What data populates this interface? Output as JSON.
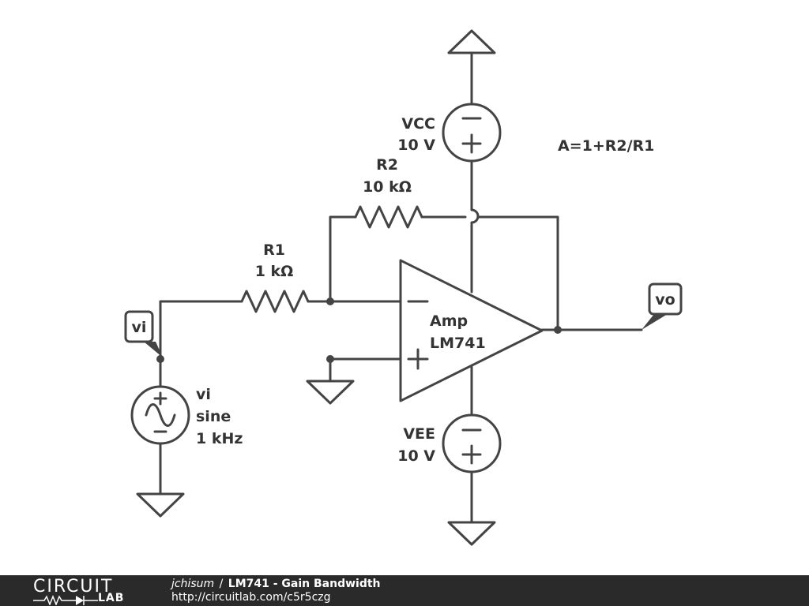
{
  "schematic": {
    "vcc": {
      "name": "VCC",
      "value": "10 V"
    },
    "vee": {
      "name": "VEE",
      "value": "10 V"
    },
    "r1": {
      "name": "R1",
      "value": "1 kΩ"
    },
    "r2": {
      "name": "R2",
      "value": "10 kΩ"
    },
    "amp": {
      "name": "Amp",
      "model": "LM741"
    },
    "source": {
      "name": "vi",
      "type": "sine",
      "freq": "1 kHz"
    },
    "label_vi": "vi",
    "label_vo": "vo",
    "gain_formula": "A=1+R2/R1"
  },
  "footer": {
    "logo_top": "CIRCUIT",
    "logo_bottom": "LAB",
    "author": "jchisum",
    "separator": "/",
    "title": "LM741 - Gain Bandwidth",
    "url": "http://circuitlab.com/c5r5czg"
  }
}
